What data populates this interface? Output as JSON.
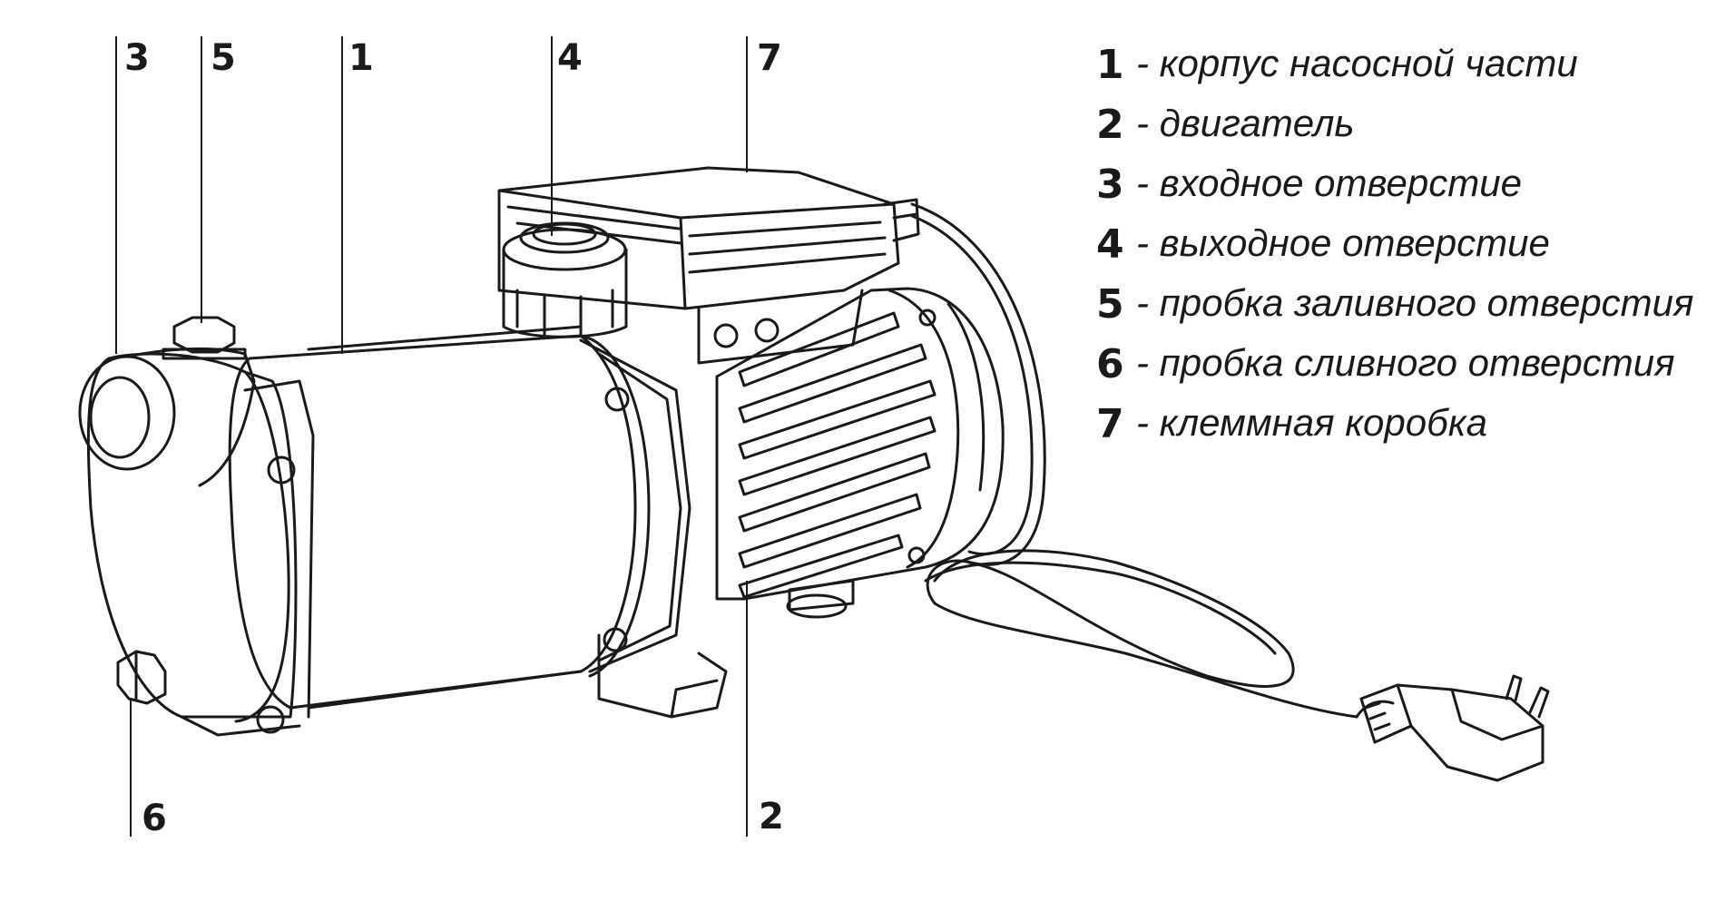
{
  "callouts": {
    "c1": "1",
    "c2": "2",
    "c3": "3",
    "c4": "4",
    "c5": "5",
    "c6": "6",
    "c7": "7"
  },
  "legend": {
    "items": [
      {
        "number": "1",
        "text": "- корпус насосной части"
      },
      {
        "number": "2",
        "text": "- двигатель"
      },
      {
        "number": "3",
        "text": "- входное отверстие"
      },
      {
        "number": "4",
        "text": "- выходное отверстие"
      },
      {
        "number": "5",
        "text": "- пробка заливного отверстия"
      },
      {
        "number": "6",
        "text": "- пробка сливного отверстия"
      },
      {
        "number": "7",
        "text": "- клеммная коробка"
      }
    ]
  },
  "colors": {
    "line": "#1a1a1a",
    "background": "#ffffff"
  }
}
